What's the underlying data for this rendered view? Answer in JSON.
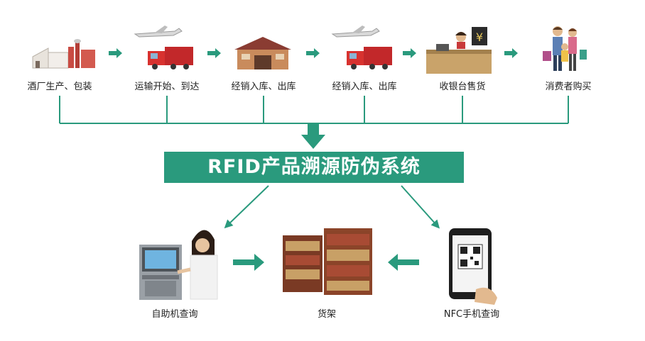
{
  "steps": [
    {
      "label": "酒厂生产、包装",
      "icon": "winery-factory-icon"
    },
    {
      "label": "运输开始、到达",
      "icon": "plane-truck-icon"
    },
    {
      "label": "经销入库、出库",
      "icon": "warehouse-icon"
    },
    {
      "label": "经销入库、出库",
      "icon": "plane-truck-icon"
    },
    {
      "label": "收银台售货",
      "icon": "cashier-counter-icon"
    },
    {
      "label": "消费者购买",
      "icon": "shopping-family-icon"
    }
  ],
  "banner": {
    "title": "RFID产品溯源防伪系统"
  },
  "bottom": [
    {
      "label": "自助机查询",
      "icon": "self-service-kiosk-icon"
    },
    {
      "label": "货架",
      "icon": "store-shelf-icon"
    },
    {
      "label": "NFC手机查询",
      "icon": "nfc-phone-qr-icon"
    }
  ],
  "colors": {
    "accent": "#2a9a7d",
    "arrow": "#2a9a7d"
  }
}
